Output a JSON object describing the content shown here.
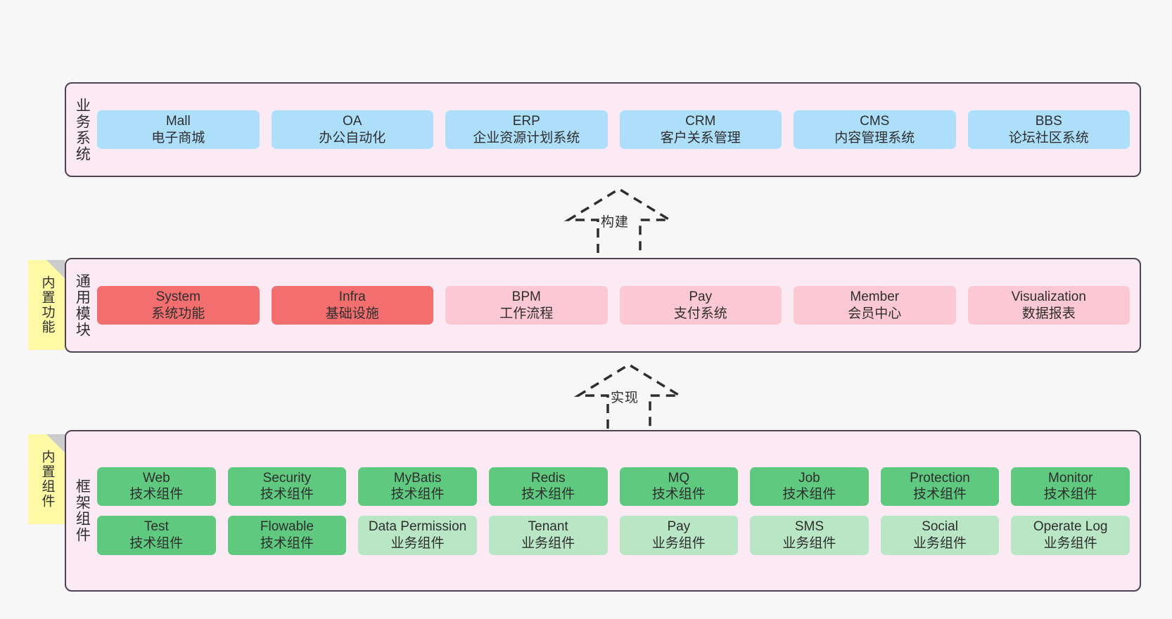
{
  "diagram": {
    "background_color": "#f7f7f7",
    "layer_border_color": "#4d4352",
    "layer_fill_color": "#fbeaf4"
  },
  "layers": [
    {
      "id": "business-system",
      "title": "业务系统",
      "note": null,
      "rows": [
        {
          "tiles": [
            {
              "name": "Mall",
              "sub": "电子商城",
              "color": "#addffb",
              "style": "blue"
            },
            {
              "name": "OA",
              "sub": "办公自动化",
              "color": "#addffb",
              "style": "blue"
            },
            {
              "name": "ERP",
              "sub": "企业资源计划系统",
              "color": "#addffb",
              "style": "blue"
            },
            {
              "name": "CRM",
              "sub": "客户关系管理",
              "color": "#addffb",
              "style": "blue"
            },
            {
              "name": "CMS",
              "sub": "内容管理系统",
              "color": "#addffb",
              "style": "blue"
            },
            {
              "name": "BBS",
              "sub": "论坛社区系统",
              "color": "#addffb",
              "style": "blue"
            }
          ]
        }
      ]
    },
    {
      "id": "common-module",
      "title": "通用模块",
      "note": {
        "label": "内置功能",
        "color": "#fdf9a4"
      },
      "rows": [
        {
          "tiles": [
            {
              "name": "System",
              "sub": "系统功能",
              "color": "#f36f6f",
              "style": "red"
            },
            {
              "name": "Infra",
              "sub": "基础设施",
              "color": "#f36f6f",
              "style": "red"
            },
            {
              "name": "BPM",
              "sub": "工作流程",
              "color": "#fcc9d3",
              "style": "pink"
            },
            {
              "name": "Pay",
              "sub": "支付系统",
              "color": "#fcc9d3",
              "style": "pink"
            },
            {
              "name": "Member",
              "sub": "会员中心",
              "color": "#fcc9d3",
              "style": "pink"
            },
            {
              "name": "Visualization",
              "sub": "数据报表",
              "color": "#fcc9d3",
              "style": "pink"
            }
          ]
        }
      ]
    },
    {
      "id": "framework-component",
      "title": "框架组件",
      "note": {
        "label": "内置组件",
        "color": "#fdf9a4"
      },
      "rows": [
        {
          "tiles": [
            {
              "name": "Web",
              "sub": "技术组件",
              "color": "#5fc97f",
              "style": "green"
            },
            {
              "name": "Security",
              "sub": "技术组件",
              "color": "#5fc97f",
              "style": "green"
            },
            {
              "name": "MyBatis",
              "sub": "技术组件",
              "color": "#5fc97f",
              "style": "green"
            },
            {
              "name": "Redis",
              "sub": "技术组件",
              "color": "#5fc97f",
              "style": "green"
            },
            {
              "name": "MQ",
              "sub": "技术组件",
              "color": "#5fc97f",
              "style": "green"
            },
            {
              "name": "Job",
              "sub": "技术组件",
              "color": "#5fc97f",
              "style": "green"
            },
            {
              "name": "Protection",
              "sub": "技术组件",
              "color": "#5fc97f",
              "style": "green"
            },
            {
              "name": "Monitor",
              "sub": "技术组件",
              "color": "#5fc97f",
              "style": "green"
            }
          ]
        },
        {
          "tiles": [
            {
              "name": "Test",
              "sub": "技术组件",
              "color": "#5fc97f",
              "style": "green"
            },
            {
              "name": "Flowable",
              "sub": "技术组件",
              "color": "#5fc97f",
              "style": "green"
            },
            {
              "name": "Data Permission",
              "sub": "业务组件",
              "color": "#b9e6c4",
              "style": "green-light"
            },
            {
              "name": "Tenant",
              "sub": "业务组件",
              "color": "#b9e6c4",
              "style": "green-light"
            },
            {
              "name": "Pay",
              "sub": "业务组件",
              "color": "#b9e6c4",
              "style": "green-light"
            },
            {
              "name": "SMS",
              "sub": "业务组件",
              "color": "#b9e6c4",
              "style": "green-light"
            },
            {
              "name": "Social",
              "sub": "业务组件",
              "color": "#b9e6c4",
              "style": "green-light"
            },
            {
              "name": "Operate Log",
              "sub": "业务组件",
              "color": "#b9e6c4",
              "style": "green-light"
            }
          ]
        }
      ]
    }
  ],
  "connectors": [
    {
      "id": "build",
      "label": "构建",
      "direction": "up",
      "style": "dashed-hollow-triangle"
    },
    {
      "id": "implement",
      "label": "实现",
      "direction": "up",
      "style": "dashed-hollow-triangle"
    }
  ]
}
